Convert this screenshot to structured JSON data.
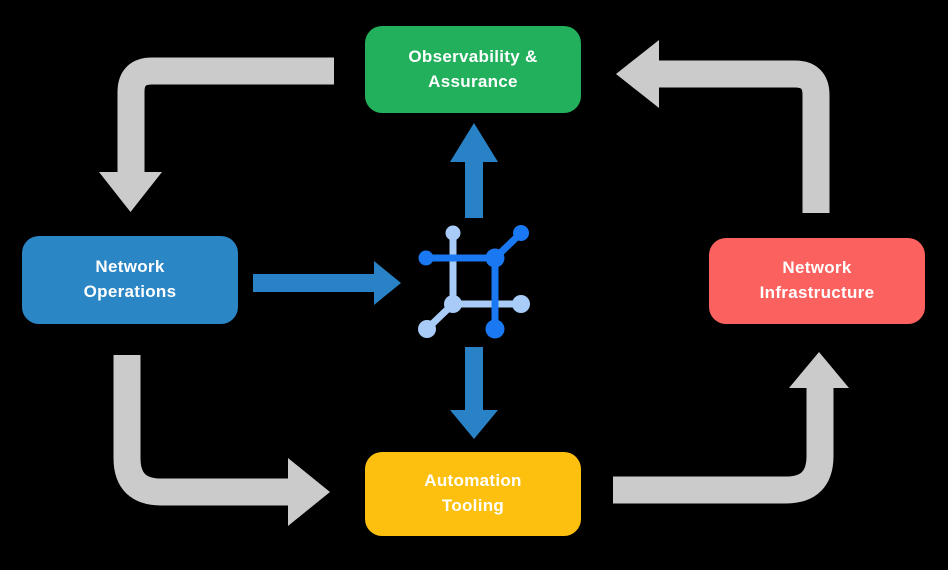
{
  "diagram": {
    "type": "cyclic-flow-diagram",
    "nodes": {
      "observability": {
        "id": "observability-assurance",
        "label": "Observability &\nAssurance",
        "color": "#22b05c"
      },
      "operations": {
        "id": "network-operations",
        "label": "Network\nOperations",
        "color": "#2b86c5"
      },
      "infrastructure": {
        "id": "network-infrastructure",
        "label": "Network\nInfrastructure",
        "color": "#fb615e"
      },
      "automation": {
        "id": "automation-tooling",
        "label": "Automation\nTooling",
        "color": "#fec00e"
      }
    },
    "edges": [
      {
        "from": "observability-assurance",
        "to": "network-operations",
        "style": "gray-elbow-arrow"
      },
      {
        "from": "network-operations",
        "to": "automation-tooling",
        "style": "gray-elbow-arrow"
      },
      {
        "from": "automation-tooling",
        "to": "network-infrastructure",
        "style": "gray-elbow-arrow"
      },
      {
        "from": "network-infrastructure",
        "to": "observability-assurance",
        "style": "gray-elbow-arrow"
      },
      {
        "from": "network-operations",
        "to": "center-icon",
        "style": "blue-straight-arrow"
      },
      {
        "from": "center-icon",
        "to": "observability-assurance",
        "style": "blue-straight-arrow"
      },
      {
        "from": "center-icon",
        "to": "automation-tooling",
        "style": "blue-straight-arrow"
      }
    ],
    "center_icon": "network-mesh-icon",
    "colors": {
      "arrow_gray": "#cbcbcb",
      "arrow_blue": "#2a82c6",
      "icon_dark_blue": "#1a79f2",
      "icon_light_blue": "#a8cbf8",
      "background": "#000000",
      "text": "#ffffff"
    }
  }
}
